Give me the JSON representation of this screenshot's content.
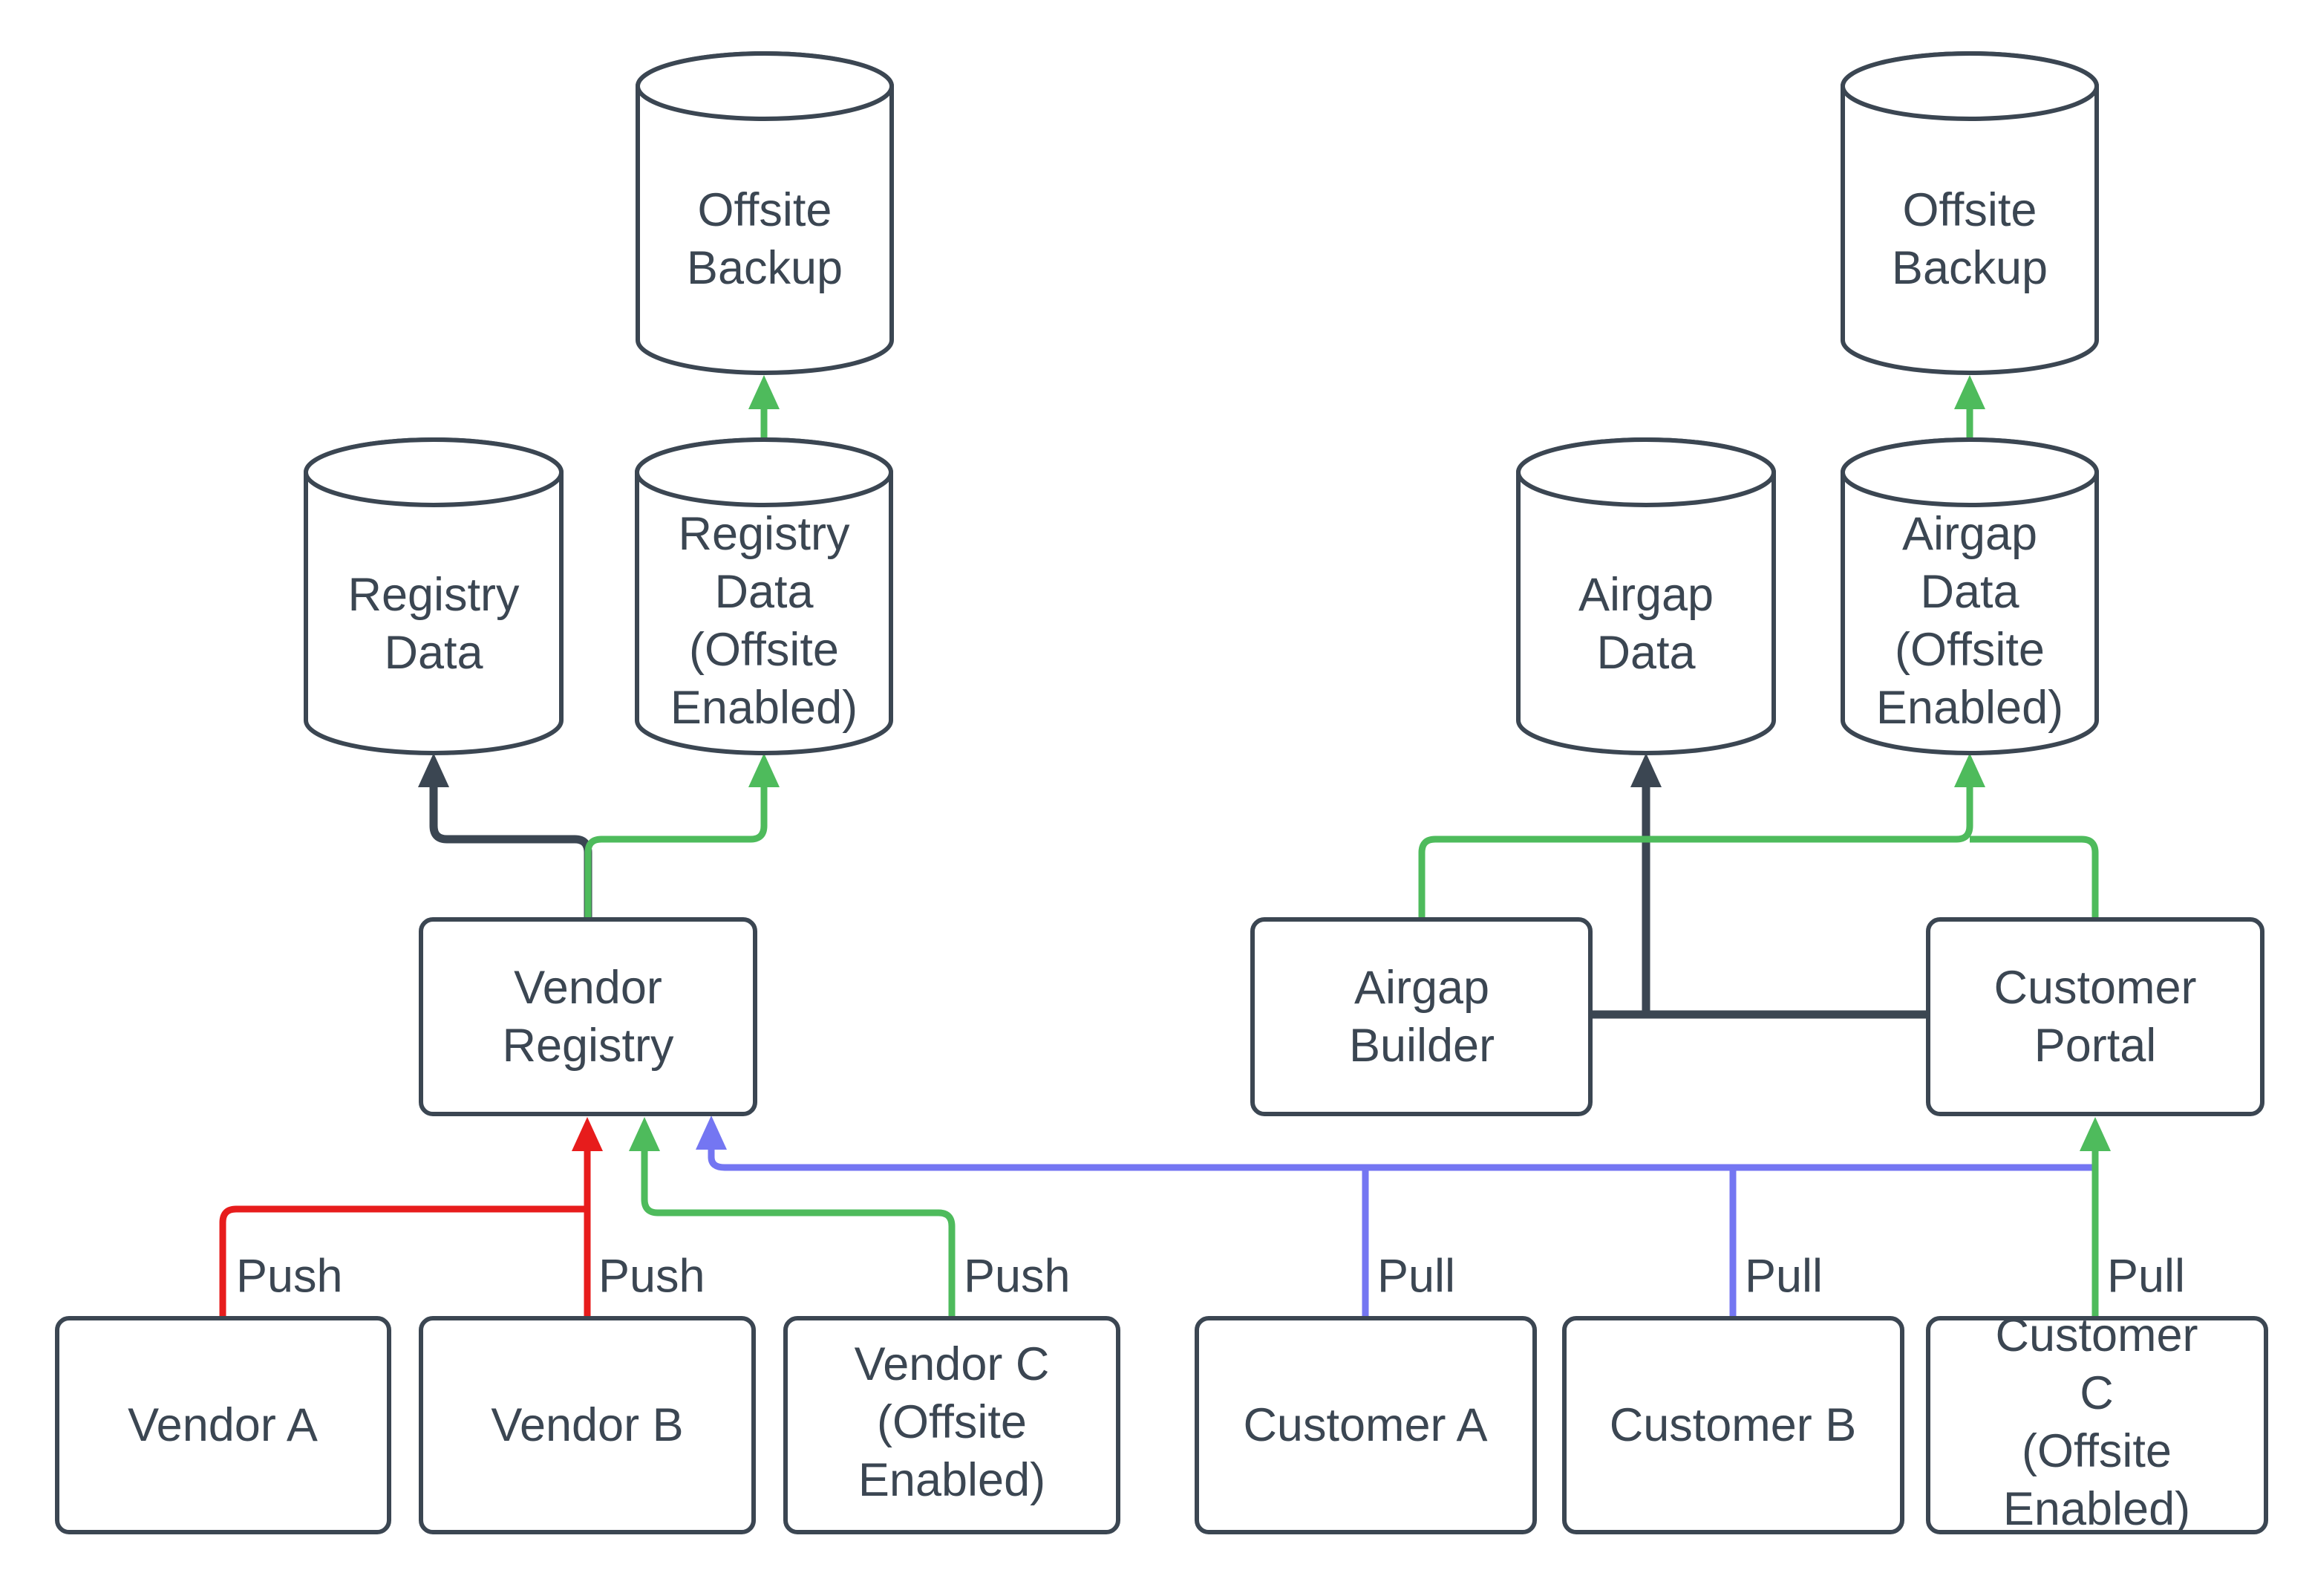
{
  "diagram": {
    "type": "flow-architecture-diagram",
    "background": "#ffffff",
    "colors": {
      "node_stroke": "#3B4652",
      "text": "#3B4652",
      "dark_edge": "#3B4652",
      "red_edge": "#E71C1C",
      "green_edge": "#4EBB5C",
      "blue_edge": "#7476F2"
    },
    "nodes": {
      "offsite_backup_left": {
        "shape": "cylinder",
        "label": "Offsite\nBackup"
      },
      "registry_data": {
        "shape": "cylinder",
        "label": "Registry\nData"
      },
      "registry_data_offsite": {
        "shape": "cylinder",
        "label": "Registry\nData\n(Offsite\nEnabled)"
      },
      "offsite_backup_right": {
        "shape": "cylinder",
        "label": "Offsite\nBackup"
      },
      "airgap_data": {
        "shape": "cylinder",
        "label": "Airgap\nData"
      },
      "airgap_data_offsite": {
        "shape": "cylinder",
        "label": "Airgap\nData\n(Offsite\nEnabled)"
      },
      "vendor_registry": {
        "shape": "box",
        "label": "Vendor\nRegistry"
      },
      "airgap_builder": {
        "shape": "box",
        "label": "Airgap\nBuilder"
      },
      "customer_portal": {
        "shape": "box",
        "label": "Customer\nPortal"
      },
      "vendor_a": {
        "shape": "box",
        "label": "Vendor A"
      },
      "vendor_b": {
        "shape": "box",
        "label": "Vendor B"
      },
      "vendor_c": {
        "shape": "box",
        "label": "Vendor C\n(Offsite\nEnabled)"
      },
      "customer_a": {
        "shape": "box",
        "label": "Customer A"
      },
      "customer_b": {
        "shape": "box",
        "label": "Customer B"
      },
      "customer_c": {
        "shape": "box",
        "label": "Customer C\n(Offsite\nEnabled)"
      }
    },
    "edge_labels": {
      "push_a": "Push",
      "push_b": "Push",
      "push_c": "Push",
      "pull_a": "Pull",
      "pull_b": "Pull",
      "pull_c": "Pull"
    },
    "connections": [
      {
        "from": "Vendor A",
        "to": "Vendor Registry",
        "color": "red",
        "label": "Push"
      },
      {
        "from": "Vendor B",
        "to": "Vendor Registry",
        "color": "red",
        "label": "Push"
      },
      {
        "from": "Vendor C (Offsite Enabled)",
        "to": "Vendor Registry",
        "color": "green",
        "label": "Push"
      },
      {
        "from": "Customer A",
        "to": "Vendor Registry",
        "color": "blue",
        "label": "Pull"
      },
      {
        "from": "Customer B",
        "to": "Vendor Registry",
        "color": "blue",
        "label": "Pull"
      },
      {
        "from": "Customer C (Offsite Enabled)",
        "to": "Customer Portal",
        "color": "green",
        "label": "Pull"
      },
      {
        "from": "Vendor Registry",
        "to": "Registry Data",
        "color": "dark"
      },
      {
        "from": "Vendor Registry",
        "to": "Registry Data (Offsite Enabled)",
        "color": "green"
      },
      {
        "from": "Registry Data (Offsite Enabled)",
        "to": "Offsite Backup",
        "color": "green"
      },
      {
        "from": "Airgap Builder",
        "to": "Customer Portal",
        "color": "dark"
      },
      {
        "from": "Airgap Builder / Customer Portal",
        "to": "Airgap Data",
        "color": "dark"
      },
      {
        "from": "Airgap Builder",
        "to": "Airgap Data (Offsite Enabled)",
        "color": "green"
      },
      {
        "from": "Customer Portal",
        "to": "Airgap Data (Offsite Enabled)",
        "color": "green"
      },
      {
        "from": "Airgap Data (Offsite Enabled)",
        "to": "Offsite Backup",
        "color": "green"
      }
    ]
  }
}
